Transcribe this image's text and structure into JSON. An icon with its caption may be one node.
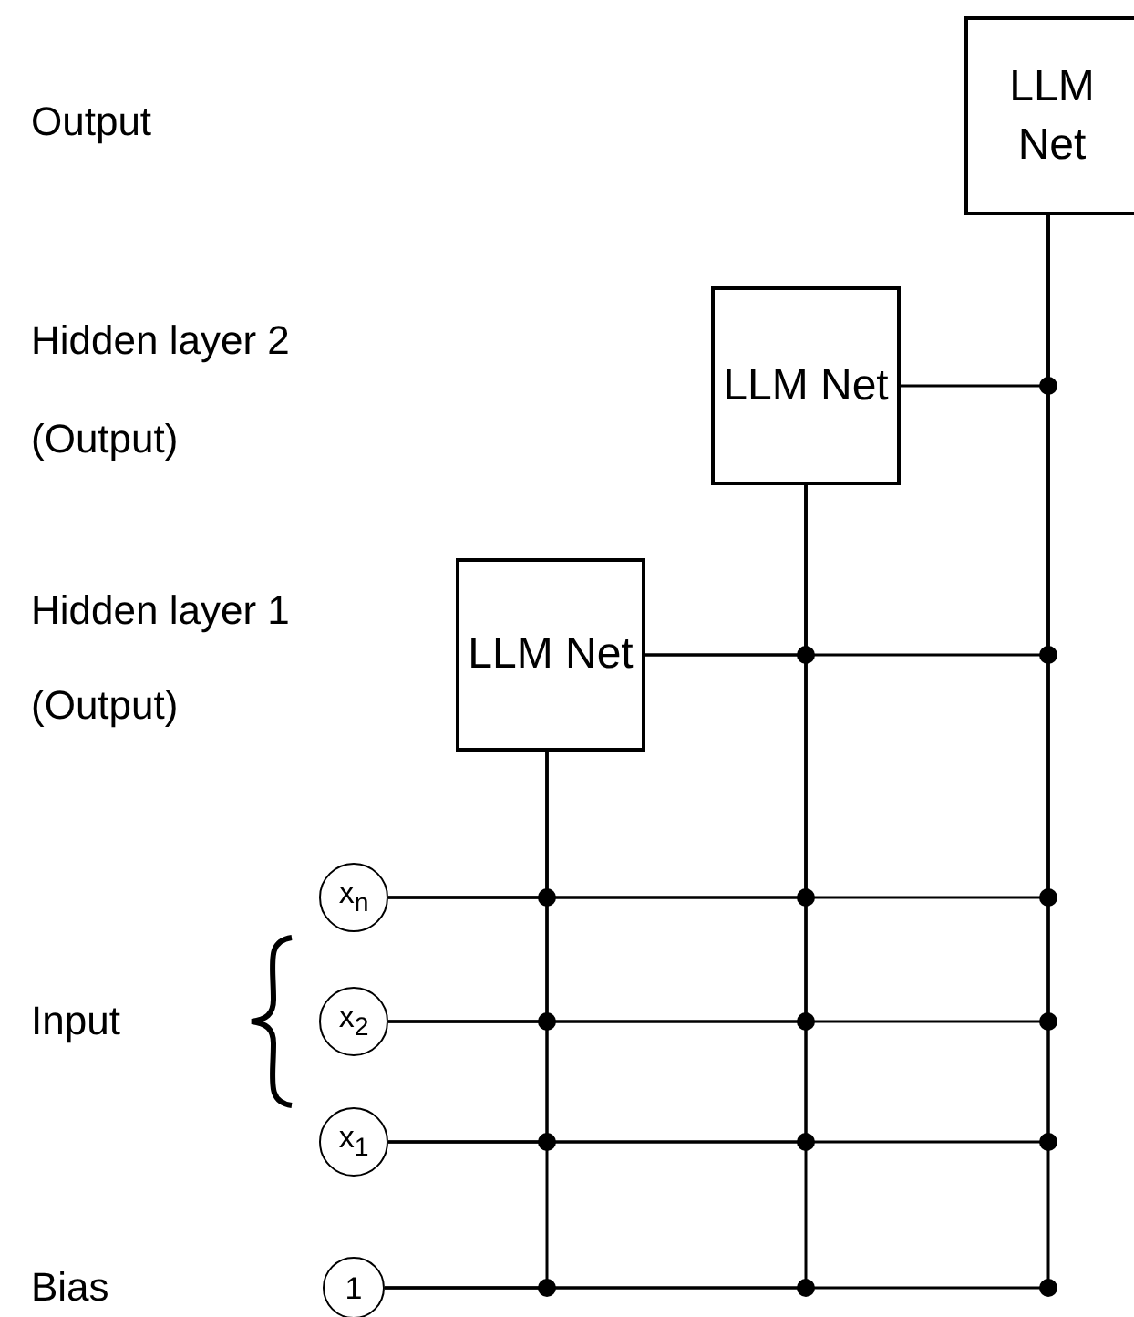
{
  "diagram": {
    "nodes": [
      {
        "text": [
          "LLM Net"
        ]
      },
      {
        "text": [
          "LLM Net"
        ]
      },
      {
        "text": [
          "LLM Net"
        ]
      },
      {
        "text": [
          "x$_{n}$"
        ]
      },
      {
        "text": [
          "x$_{2}$"
        ]
      },
      {
        "text": [
          "x$_{1}$"
        ]
      },
      {
        "text": [
          "1"
        ]
      }
    ],
    "edges": [
      {
        "from": 1,
        "to": 0,
        "arrow": "none"
      },
      {
        "from": 2,
        "to": 1,
        "arrow": "none"
      },
      {
        "from": 2,
        "to": 0,
        "arrow": "none"
      },
      {
        "from": 3,
        "to": 2,
        "arrow": "none"
      },
      {
        "from": 3,
        "to": 1,
        "arrow": "none"
      },
      {
        "from": 3,
        "to": 0,
        "arrow": "none"
      },
      {
        "from": 4,
        "to": 2,
        "arrow": "none"
      },
      {
        "from": 4,
        "to": 1,
        "arrow": "none"
      },
      {
        "from": 4,
        "to": 0,
        "arrow": "none"
      },
      {
        "from": 5,
        "to": 2,
        "arrow": "none"
      },
      {
        "from": 5,
        "to": 1,
        "arrow": "none"
      },
      {
        "from": 5,
        "to": 0,
        "arrow": "none"
      },
      {
        "from": 6,
        "to": 2,
        "arrow": "none"
      },
      {
        "from": 6,
        "to": 1,
        "arrow": "none"
      },
      {
        "from": 6,
        "to": 0,
        "arrow": "none"
      }
    ],
    "labels": [
      "Output",
      "Hidden layer 2",
      "(Output)",
      "Hidden layer 1",
      "(Output)",
      "Input",
      "Bias"
    ]
  }
}
